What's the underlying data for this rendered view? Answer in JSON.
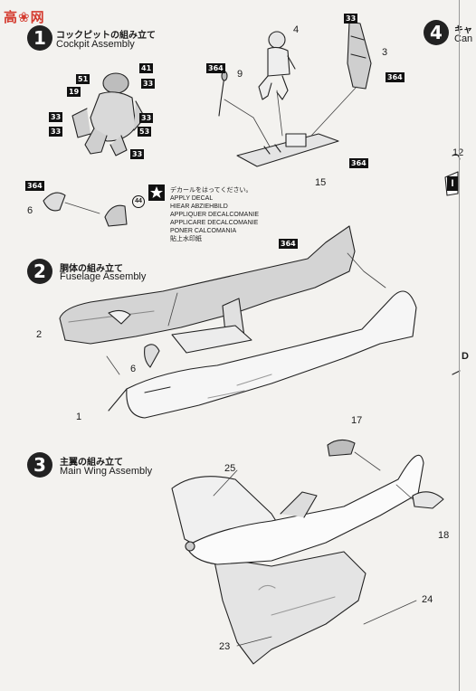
{
  "watermark": "高❀网",
  "step1": {
    "number": "1",
    "title_jp": "コックピットの組み立て",
    "title_en": "Cockpit Assembly",
    "parts": [
      "4",
      "3",
      "9",
      "15",
      "6"
    ],
    "badges": [
      "41",
      "33",
      "51",
      "19",
      "33",
      "53",
      "33",
      "33",
      "33",
      "364",
      "364",
      "364",
      "364"
    ]
  },
  "decal": {
    "icon_number": "44",
    "lines": [
      "デカールをはってください。",
      "APPLY DECAL",
      "HIEAR ABZIEHBILD",
      "APPLIQUER DECALCOMANIE",
      "APPLICARE DECALCOMANIE",
      "PONER CALCOMANIA",
      "貼上水印紙"
    ]
  },
  "step2": {
    "number": "2",
    "title_jp": "胴体の組み立て",
    "title_en": "Fuselage Assembly",
    "parts": [
      "2",
      "6",
      "1"
    ],
    "badge": "364"
  },
  "step3": {
    "number": "3",
    "title_jp": "主翼の組み立て",
    "title_en": "Main Wing Assembly",
    "parts": [
      "25",
      "17",
      "18",
      "24",
      "23"
    ]
  },
  "step4": {
    "number": "4",
    "title_partial": "キャ",
    "title_en_partial": "Can"
  },
  "edge_labels": [
    "12",
    "I",
    "D"
  ]
}
